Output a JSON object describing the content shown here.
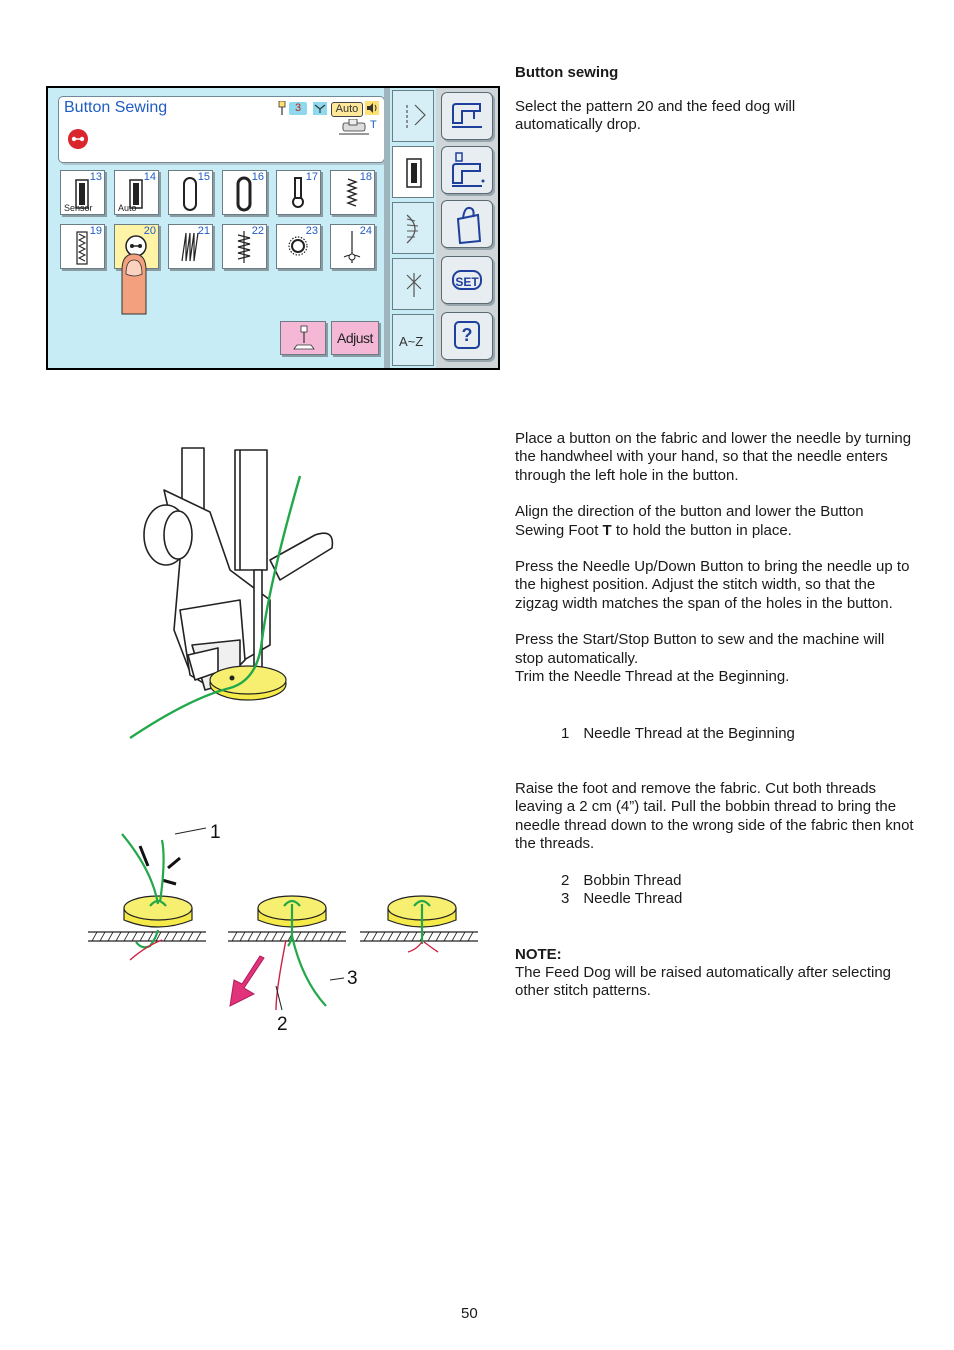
{
  "screen": {
    "title": "Button Sewing",
    "status": {
      "needle_count": "3",
      "auto_label": "Auto",
      "foot": "T"
    },
    "patterns": [
      {
        "num": "13",
        "sub": "Sensor"
      },
      {
        "num": "14",
        "sub": "Auto"
      },
      {
        "num": "15",
        "sub": ""
      },
      {
        "num": "16",
        "sub": ""
      },
      {
        "num": "17",
        "sub": ""
      },
      {
        "num": "18",
        "sub": ""
      },
      {
        "num": "19",
        "sub": ""
      },
      {
        "num": "20",
        "sub": ""
      },
      {
        "num": "21",
        "sub": ""
      },
      {
        "num": "22",
        "sub": ""
      },
      {
        "num": "23",
        "sub": ""
      },
      {
        "num": "24",
        "sub": ""
      }
    ],
    "selected_pattern": "20",
    "adjust_label": "Adjust",
    "az_label": "A~Z",
    "set_label": "SET",
    "help_label": "?"
  },
  "heading": "Button sewing",
  "intro": "Select the pattern 20 and the feed dog will automatically drop.",
  "steps": {
    "p1": "Place a button on the fabric and lower the needle by turning the handwheel with your hand, so that the needle enters through the left hole in the button.",
    "p2_before": "Align the direction of the button and lower the Button Sewing Foot ",
    "p2_bold": "T",
    "p2_after": " to hold the button in place.",
    "p3": "Press the Needle Up/Down Button to bring the needle up to the highest position. Adjust the stitch width, so that the zigzag width matches the span of the holes in the button.",
    "p4a": "Press the Start/Stop Button to sew and the machine will stop automatically.",
    "p4b": "Trim the Needle Thread at the Beginning."
  },
  "legend1": {
    "num": "1",
    "text": "Needle Thread at the Beginning"
  },
  "finish": "Raise the foot and remove the fabric. Cut both threads leaving a 2 cm (4”) tail. Pull the bobbin thread to bring the needle thread down to the wrong side of the fabric then knot the threads.",
  "legend2": [
    {
      "num": "2",
      "text": "Bobbin Thread"
    },
    {
      "num": "3",
      "text": "Needle Thread"
    }
  ],
  "note": {
    "heading": "NOTE:",
    "body": "The Feed Dog will be raised automatically after selecting other stitch patterns."
  },
  "figure_labels": {
    "c1": "1",
    "c2": "2",
    "c3": "3"
  },
  "page_number": "50",
  "colors": {
    "lcd_bg": "#c7ecf6",
    "title_blue": "#1f5cc4",
    "thread_green": "#22a84a",
    "button_yellow": "#f5ea4a",
    "arrow_pink": "#e0337a"
  }
}
